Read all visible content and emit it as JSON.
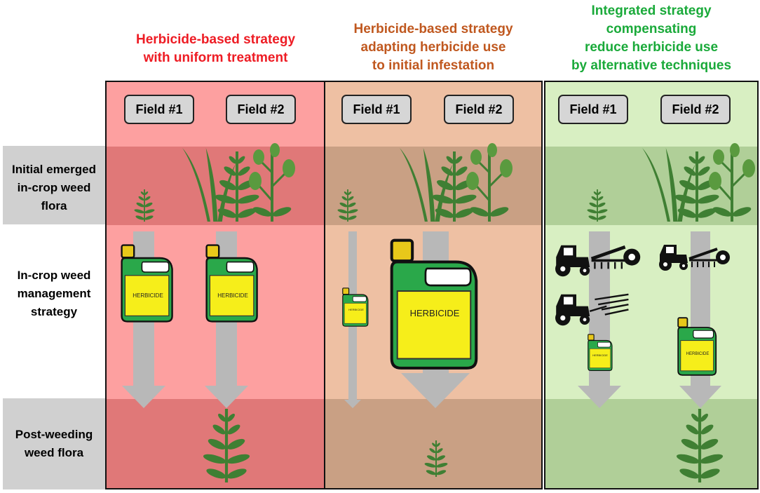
{
  "strategies": [
    {
      "title_lines": [
        "Herbicide-based strategy",
        "with uniform treatment"
      ],
      "title_color": "#ee1c24",
      "fields": [
        "Field #1",
        "Field #2"
      ],
      "bg": "#fda0a0",
      "band_bg": "#e07878"
    },
    {
      "title_lines": [
        "Herbicide-based strategy",
        "adapting herbicide use",
        "to initial infestation"
      ],
      "title_color": "#c0581f",
      "fields": [
        "Field #1",
        "Field #2"
      ],
      "bg": "#eec0a3",
      "band_bg": "#c9a084"
    },
    {
      "title_lines": [
        "Integrated strategy",
        "compensating",
        "reduce herbicide use",
        "by alternative techniques"
      ],
      "title_color": "#1aaa3a",
      "fields": [
        "Field #1",
        "Field #2"
      ],
      "bg": "#d8efc2",
      "band_bg": "#b0cf98"
    }
  ],
  "rows": [
    {
      "label_lines": [
        "Initial emerged",
        "in-crop weed",
        "flora"
      ]
    },
    {
      "label_lines": [
        "In-crop weed",
        "management",
        "strategy"
      ]
    },
    {
      "label_lines": [
        "Post-weeding",
        "weed flora"
      ]
    }
  ],
  "herbicide_label": "HERBICIDE",
  "colors": {
    "arrow": "#b8b8b8",
    "weed": "#3f7f33",
    "jug_green": "#2aa84a",
    "jug_label": "#f6ee1a",
    "cap": "#e8c81a"
  }
}
